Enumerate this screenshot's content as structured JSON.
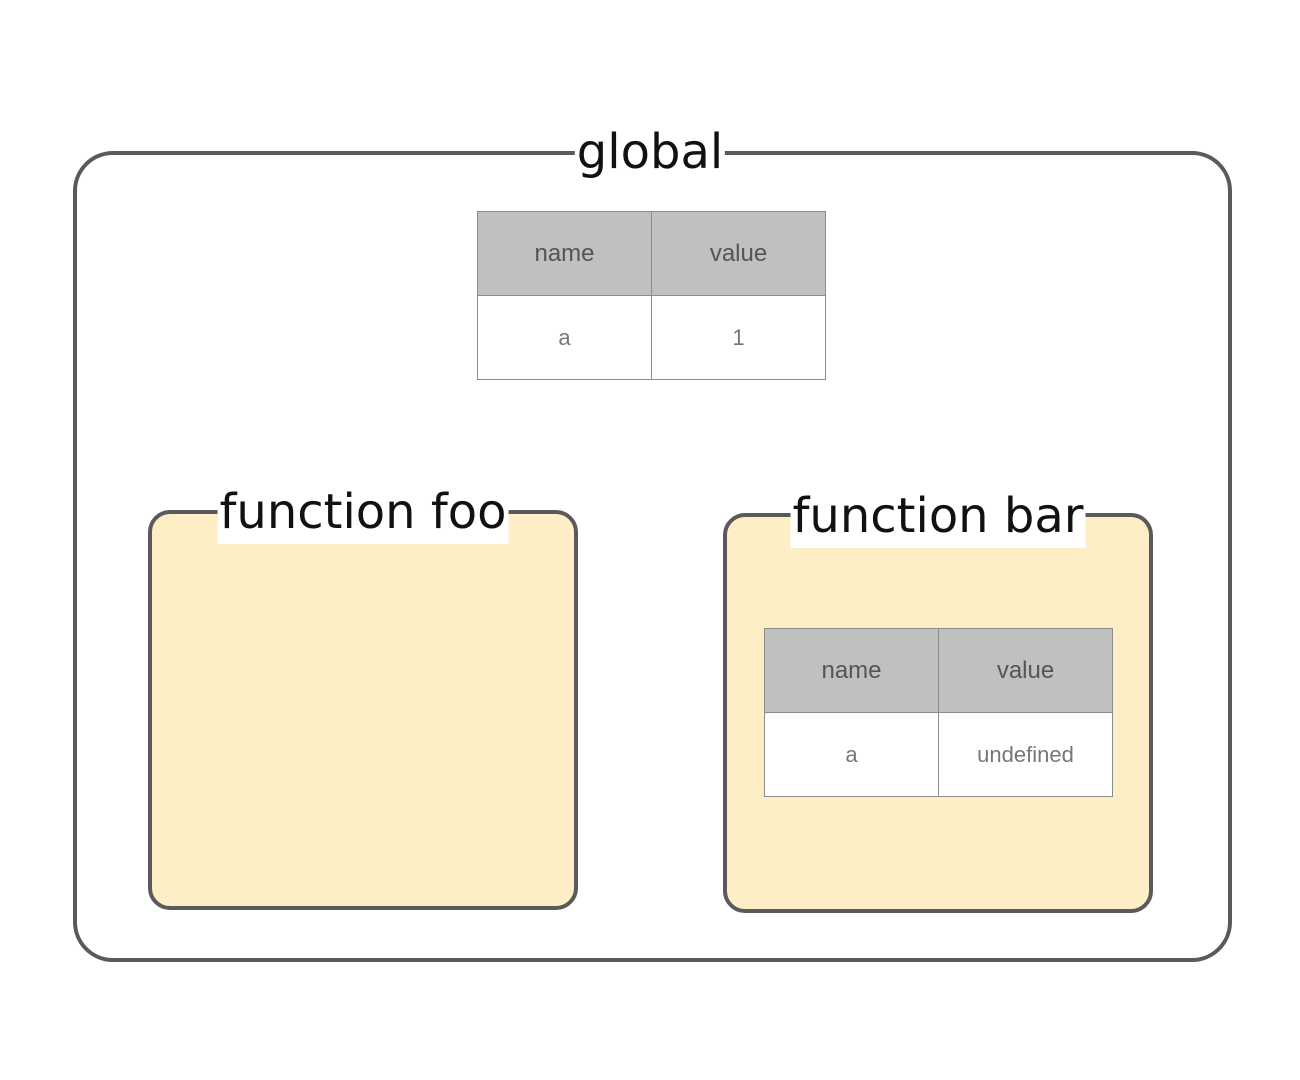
{
  "global": {
    "title": "global",
    "table": {
      "headers": [
        "name",
        "value"
      ],
      "rows": [
        [
          "a",
          "1"
        ]
      ]
    }
  },
  "foo": {
    "title": "function foo"
  },
  "bar": {
    "title": "function bar",
    "table": {
      "headers": [
        "name",
        "value"
      ],
      "rows": [
        [
          "a",
          "undefined"
        ]
      ]
    }
  },
  "colors": {
    "outline": "#5a5a5a",
    "function_fill": "#fdeec6",
    "header_fill": "#c0c0c0"
  }
}
